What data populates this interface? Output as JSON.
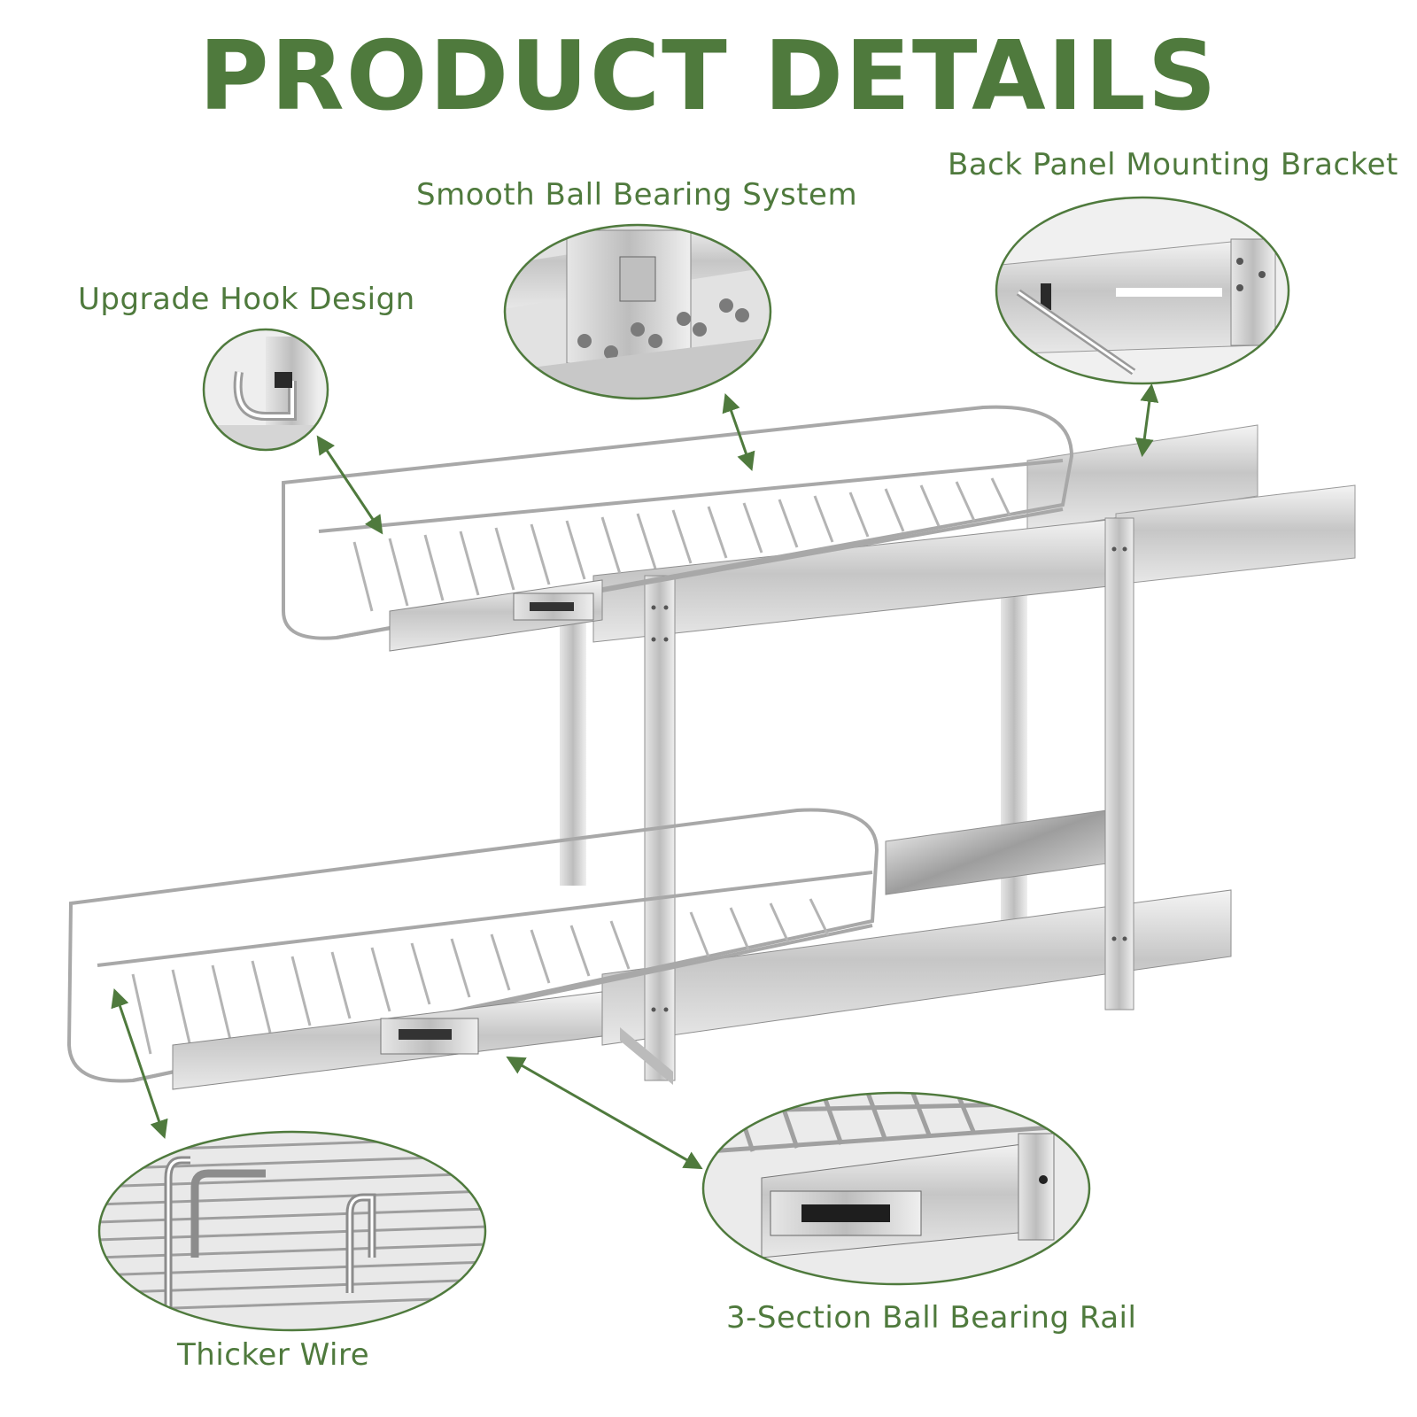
{
  "title": "PRODUCT DETAILS",
  "callouts": {
    "hook": "Upgrade Hook Design",
    "bearing_system": "Smooth Ball Bearing System",
    "back_panel": "Back Panel Mounting Bracket",
    "thicker_wire": "Thicker Wire",
    "rail": "3-Section Ball Bearing Rail"
  },
  "colors": {
    "accent": "#4f7a3d",
    "metal": "#c9c9c9",
    "metal_dark": "#8a8a8a"
  }
}
